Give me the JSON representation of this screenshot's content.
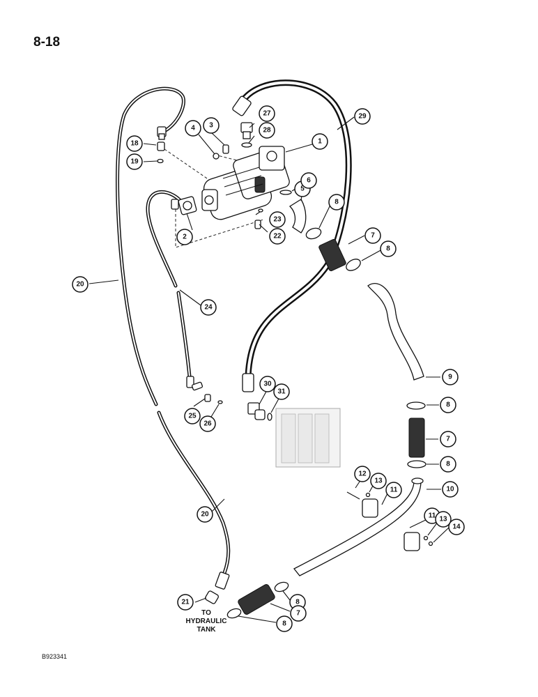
{
  "page": {
    "number": "8-18",
    "figure_code": "B923341"
  },
  "labels": {
    "tank": [
      "TO",
      "HYDRAULIC",
      "TANK"
    ]
  },
  "callouts": {
    "c1": "1",
    "c2": "2",
    "c3": "3",
    "c4": "4",
    "c5": "5",
    "c6": "6",
    "c7a": "7",
    "c7b": "7",
    "c7c": "7",
    "c8a": "8",
    "c8b": "8",
    "c8c": "8",
    "c8d": "8",
    "c8e": "8",
    "c8f": "8",
    "c9": "9",
    "c10": "10",
    "c11a": "11",
    "c11b": "11",
    "c12": "12",
    "c13a": "13",
    "c13b": "13",
    "c14": "14",
    "c18": "18",
    "c19": "19",
    "c20a": "20",
    "c20b": "20",
    "c21": "21",
    "c22": "22",
    "c23": "23",
    "c24": "24",
    "c25": "25",
    "c26": "26",
    "c27": "27",
    "c28": "28",
    "c29": "29",
    "c30": "30",
    "c31": "31"
  }
}
